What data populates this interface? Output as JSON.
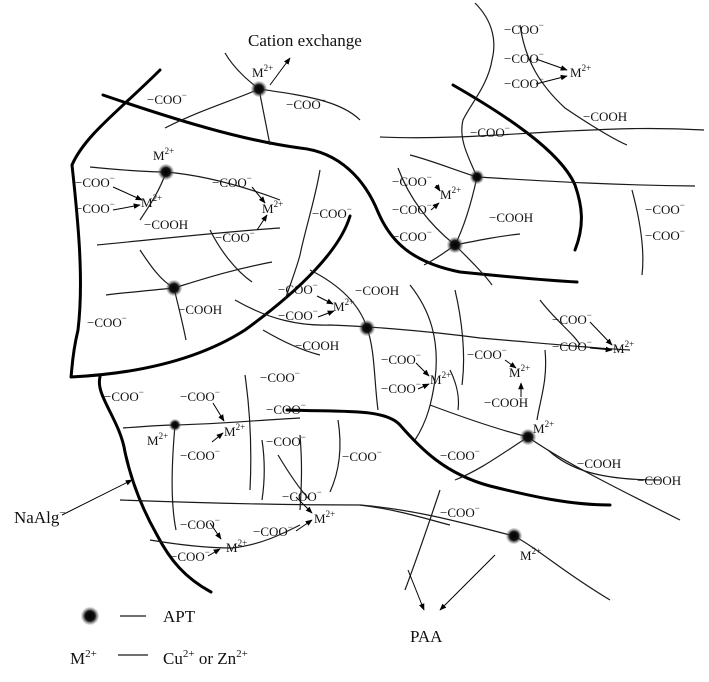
{
  "diagram": {
    "top_label": "Cation exchange",
    "naalg_label": "NaAlg",
    "naalg_sup": "−",
    "paa_label": "PAA",
    "coo": "−COO",
    "coo_sup": "−",
    "cooh": "−COOH",
    "m_base": "M",
    "m_sup": "2+",
    "legend": {
      "apt_label": "APT",
      "m_base": "M",
      "m_sup": "2+",
      "ion_text": "Cu2+ or Zn2+",
      "cu": "Cu",
      "cu_sup": "2+",
      "or": " or ",
      "zn": "Zn",
      "zn_sup": "2+"
    }
  }
}
